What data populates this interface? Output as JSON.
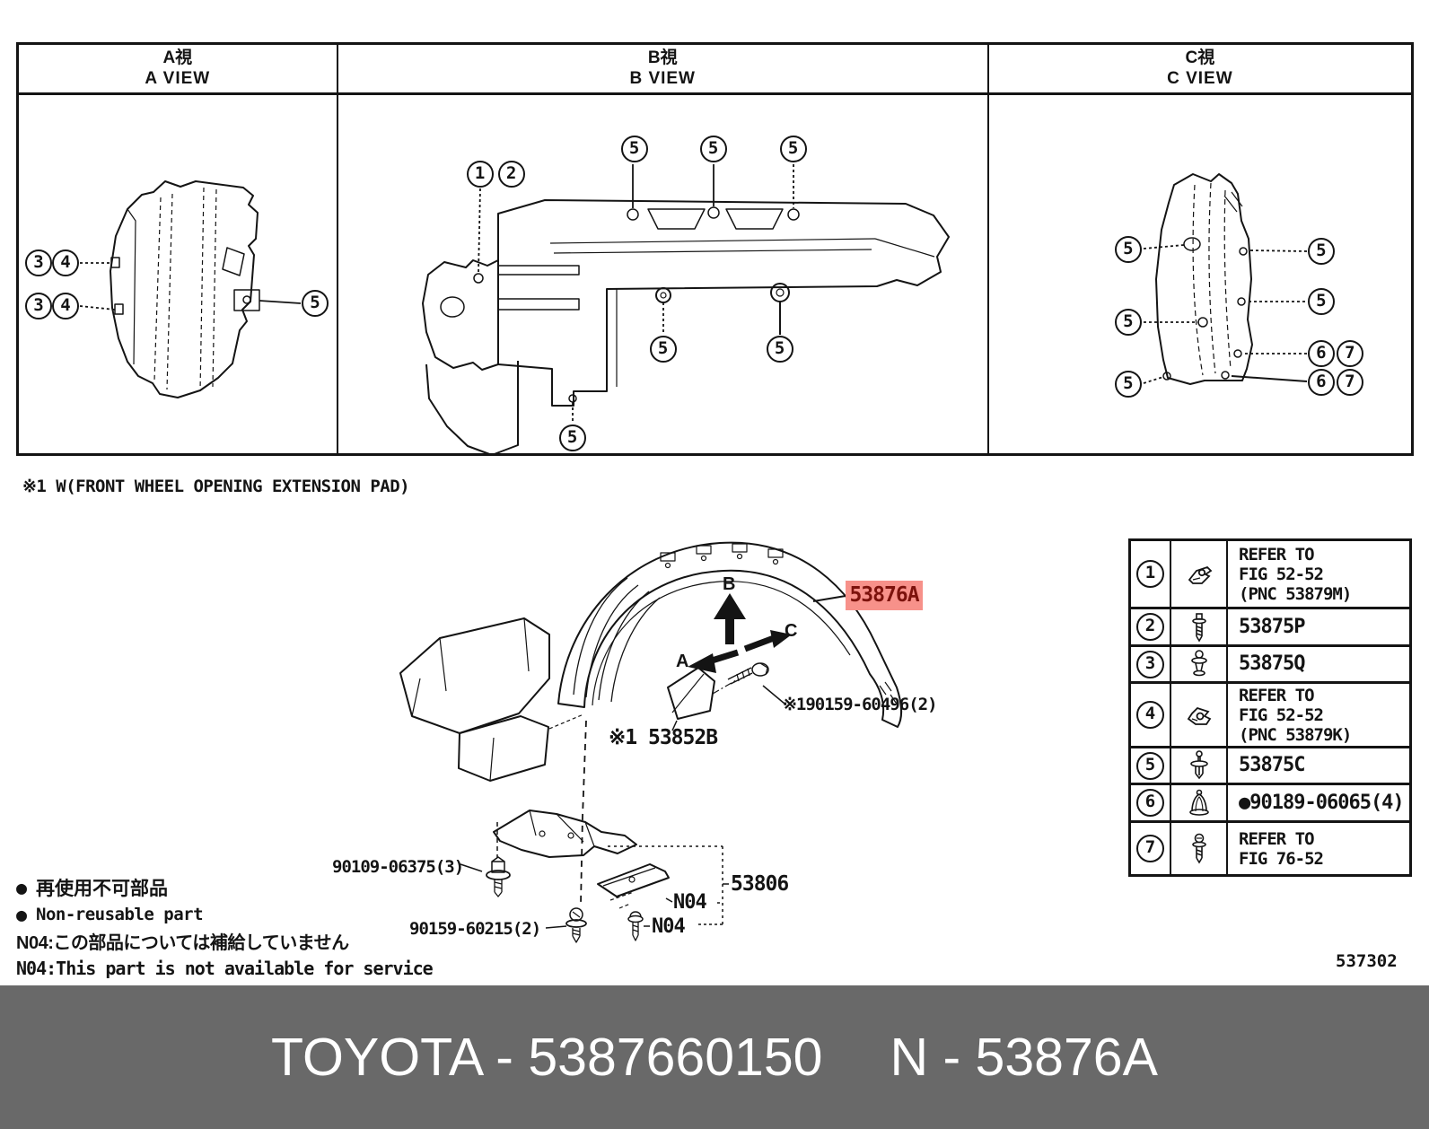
{
  "views_table": {
    "columns": [
      {
        "title_jp": "A視",
        "title_en": "A VIEW"
      },
      {
        "title_jp": "B視",
        "title_en": "B VIEW"
      },
      {
        "title_jp": "C視",
        "title_en": "C VIEW"
      }
    ]
  },
  "callouts": {
    "a": [
      "3",
      "4",
      "3",
      "4",
      "5"
    ],
    "b": [
      "1",
      "2",
      "5",
      "5",
      "5",
      "5",
      "5",
      "5"
    ],
    "c": [
      "5",
      "5",
      "5",
      "5",
      "5",
      "6",
      "7",
      "6",
      "7"
    ]
  },
  "note": "※1 W(FRONT WHEEL OPENING EXTENSION PAD)",
  "diagram": {
    "main_part_label": "53876A",
    "screw_label": "※190159-60496(2)",
    "pad_label": "※1 53852B",
    "bolt_label": "90109-06375(3)",
    "screw2_label": "90159-60215(2)",
    "n04_upper": "N04",
    "n04_lower": "N04",
    "assembly_label": "53806",
    "dir_a": "A",
    "dir_b": "B",
    "dir_c": "C"
  },
  "hardware_table": {
    "rows": [
      {
        "num": "1",
        "icon": "clip-nut",
        "text": "REFER TO\nFIG 52-52\n(PNC 53879M)"
      },
      {
        "num": "2",
        "icon": "screw",
        "text": "53875P"
      },
      {
        "num": "3",
        "icon": "screw-grommet",
        "text": "53875Q"
      },
      {
        "num": "4",
        "icon": "clip-nut",
        "text": "REFER TO\nFIG 52-52\n(PNC 53879K)"
      },
      {
        "num": "5",
        "icon": "clip-rivet",
        "text": "53875C"
      },
      {
        "num": "6",
        "icon": "grommet",
        "text": "●90189-06065(4)"
      },
      {
        "num": "7",
        "icon": "screw",
        "text": "REFER TO\nFIG 76-52"
      }
    ]
  },
  "legend": {
    "bullet": "●",
    "jp_nonreusable": "再使用不可部品",
    "en_nonreusable": "Non-reusable part",
    "jp_n04": "N04:この部品については補給していません",
    "en_n04": "N04:This part is not available for service"
  },
  "fig_number": "537302",
  "banner": {
    "left": "TOYOTA - 5387660150",
    "right": "N - 53876A"
  },
  "colors": {
    "highlight_bg": "#f7918a",
    "highlight_text": "#7c120c",
    "banner_bg": "#696969"
  }
}
